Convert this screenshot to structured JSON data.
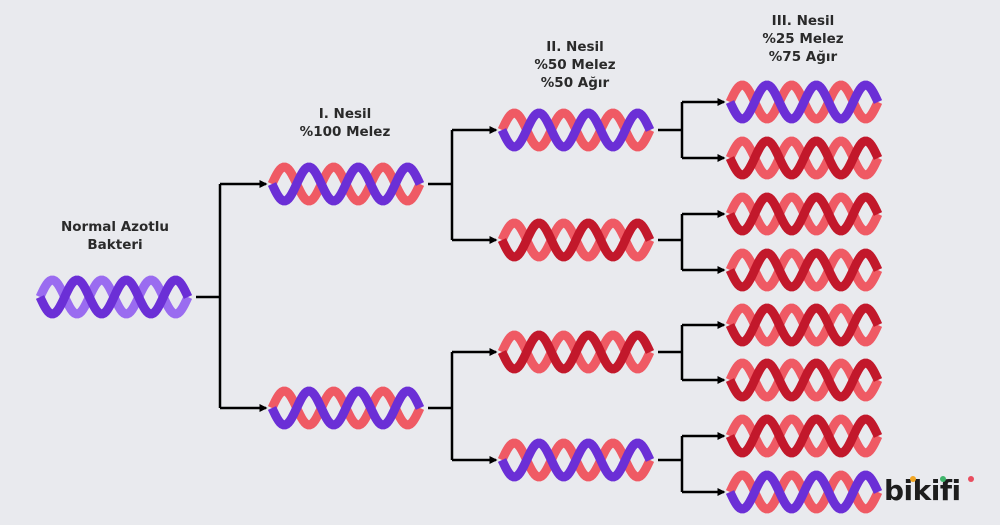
{
  "generations": [
    {
      "lines": [
        "Normal Azotlu",
        "Bakteri"
      ]
    },
    {
      "lines": [
        "I. Nesil",
        "%100 Melez"
      ]
    },
    {
      "lines": [
        "II. Nesil",
        "%50 Melez",
        "%50 Ağır"
      ]
    },
    {
      "lines": [
        "III. Nesil",
        "%25 Melez",
        "%75 Ağır"
      ]
    }
  ],
  "dna_types": {
    "normal": {
      "strand_a": "purple",
      "strand_b": "purple"
    },
    "hybrid": {
      "strand_a": "purple",
      "strand_b": "red"
    },
    "heavy": {
      "strand_a": "red",
      "strand_b": "red"
    }
  },
  "molecules": {
    "gen0": [
      "normal"
    ],
    "gen1": [
      "hybrid",
      "hybrid"
    ],
    "gen2": [
      "hybrid",
      "heavy",
      "heavy",
      "hybrid"
    ],
    "gen3": [
      "hybrid",
      "heavy",
      "heavy",
      "heavy",
      "heavy",
      "heavy",
      "heavy",
      "hybrid"
    ]
  },
  "colors": {
    "background": "#e9eaee",
    "purple_strand": "#6b2fd6",
    "purple_light": "#9a6cf0",
    "red_strand": "#c2182b",
    "red_light": "#ef5a64",
    "arrow": "#000000",
    "text": "#2a2a2a"
  },
  "logo": {
    "text": "bikifi",
    "dot_colors": [
      "#f2a623",
      "#3fb56b",
      "#e94d5f"
    ]
  }
}
